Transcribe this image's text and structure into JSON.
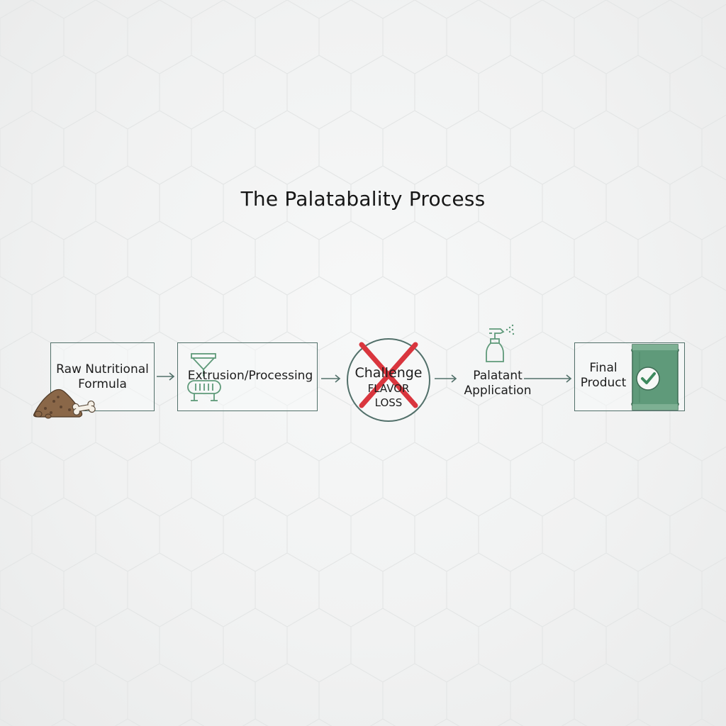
{
  "title": "The Palatabality Process",
  "steps": [
    {
      "line1": "Raw Nutritional",
      "line2": "Formula",
      "icon": "kibble-pile-icon"
    },
    {
      "label": "Extrusion/Processing",
      "icon": "extruder-conveyor-icon"
    },
    {
      "line1": "Challenge",
      "line2": "FLAVOR",
      "line3": "LOSS",
      "icon": "red-x-cross-icon"
    },
    {
      "line1": "Palatant",
      "line2": "Application",
      "icon": "spray-bottle-icon"
    },
    {
      "line1": "Final",
      "line2": "Product",
      "icon": "product-bag-icon"
    }
  ],
  "colors": {
    "stroke": "#52706a",
    "accent_green": "#5f9a7a",
    "cross_red": "#d9363e",
    "kibble_brown": "#8a6748",
    "text": "#1d1d1d"
  }
}
